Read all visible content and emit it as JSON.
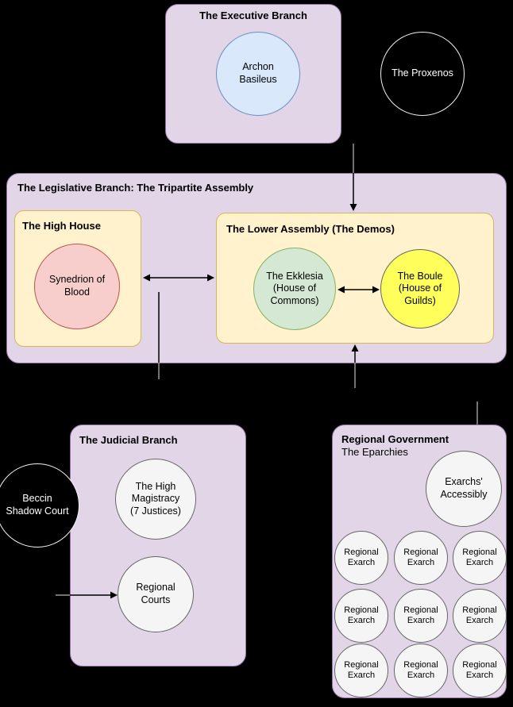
{
  "colors": {
    "background": "#000000",
    "branch_box_fill": "#e1d5e7",
    "branch_box_stroke": "#9673a6",
    "house_box_fill": "#fff2cc",
    "house_box_stroke": "#d6b656",
    "archon_fill": "#dae8fc",
    "archon_stroke": "#6c8ebf",
    "synedrion_fill": "#f8cecc",
    "synedrion_stroke": "#b85450",
    "ekklesia_fill": "#d5e8d4",
    "ekklesia_stroke": "#82b366",
    "boule_fill": "#ffff5c",
    "plain_circle_fill": "#f5f5f5",
    "plain_circle_stroke": "#666666",
    "dark_circle_fill": "#000000",
    "dark_circle_text": "#ffffff",
    "connector": "#000000"
  },
  "executive": {
    "title": "The Executive Branch",
    "archon": {
      "lines": [
        "Archon",
        "Basileus"
      ]
    }
  },
  "proxenos": {
    "lines": [
      "The Proxenos"
    ]
  },
  "legislative": {
    "title": "The Legislative Branch: The Tripartite Assembly",
    "high_house": {
      "title": "The High House",
      "synedrion": {
        "lines": [
          "Synedrion of",
          "Blood"
        ]
      }
    },
    "lower_assembly": {
      "title": "The Lower Assembly (The Demos)",
      "ekklesia": {
        "lines": [
          "The Ekklesia",
          "(House of",
          "Commons)"
        ]
      },
      "boule": {
        "lines": [
          "The Boule",
          "(House of",
          "Guilds)"
        ]
      }
    }
  },
  "judicial": {
    "title": "The Judicial Branch",
    "high_magistracy": {
      "lines": [
        "The High",
        "Magistracy",
        "(7 Justices)"
      ]
    },
    "regional_courts": {
      "lines": [
        "Regional",
        "Courts"
      ]
    }
  },
  "beccin": {
    "lines": [
      "Beccin",
      "Shadow Court"
    ]
  },
  "regional": {
    "title": "Regional Government",
    "subtitle": "The Eparchies",
    "exarchs_assembly": {
      "lines": [
        "Exarchs'",
        "Accessibly"
      ]
    },
    "exarch": {
      "lines": [
        "Regional",
        "Exarch"
      ]
    }
  }
}
